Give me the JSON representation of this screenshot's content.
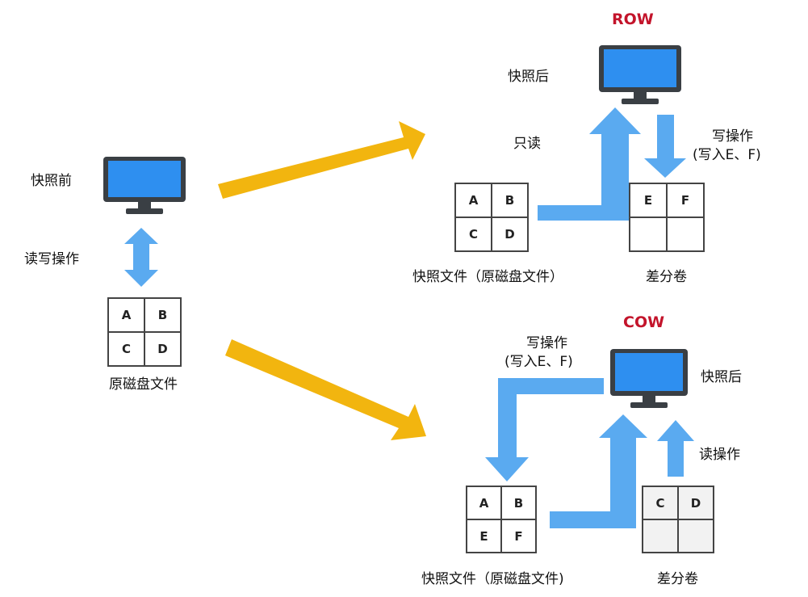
{
  "left": {
    "before_label": "快照前",
    "rw_label": "读写操作",
    "disk_label": "原磁盘文件",
    "disk_cells": [
      "A",
      "B",
      "C",
      "D"
    ]
  },
  "row": {
    "title": "ROW",
    "after_label": "快照后",
    "readonly_label": "只读",
    "write_label": "写操作",
    "write_detail": "(写入E、F)",
    "snapshot_cells": [
      "A",
      "B",
      "C",
      "D"
    ],
    "snapshot_label": "快照文件（原磁盘文件）",
    "diff_cells": [
      "E",
      "F",
      "",
      ""
    ],
    "diff_label": "差分卷"
  },
  "cow": {
    "title": "COW",
    "after_label": "快照后",
    "write_label": "写操作",
    "write_detail": "(写入E、F)",
    "read_label": "读操作",
    "snapshot_cells": [
      "A",
      "B",
      "E",
      "F"
    ],
    "snapshot_label": "快照文件（原磁盘文件)",
    "diff_cells": [
      "C",
      "D",
      "",
      ""
    ],
    "diff_label": "差分卷"
  },
  "colors": {
    "arrow_blue": "#5aaaf0",
    "arrow_yellow": "#f2b50f",
    "screen_blue": "#2e8ff0",
    "monitor_frame": "#3a3f44",
    "title_red": "#c3142b"
  },
  "icons": [
    "computer-monitor-icon"
  ]
}
